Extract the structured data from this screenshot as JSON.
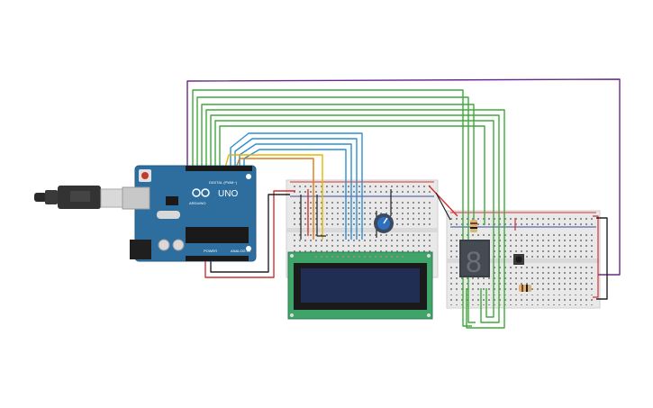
{
  "arduino": {
    "model": "UNO",
    "brand": "ARDUINO",
    "digital_label": "DIGITAL (PWM~)",
    "power_label": "POWER",
    "analog_label": "ANALOG IN"
  },
  "seven_segment": {
    "digit": "8"
  },
  "colors": {
    "board": "#2d6e9e",
    "wire_green": "#3fa83a",
    "wire_blue": "#2d8fd0",
    "wire_yellow": "#e8b400",
    "wire_orange": "#e07a10",
    "wire_purple": "#6a2a86",
    "wire_red": "#d23030",
    "wire_black": "#222222",
    "lcd_pcb": "#3fa46a",
    "lcd_screen": "#1f2e52"
  }
}
